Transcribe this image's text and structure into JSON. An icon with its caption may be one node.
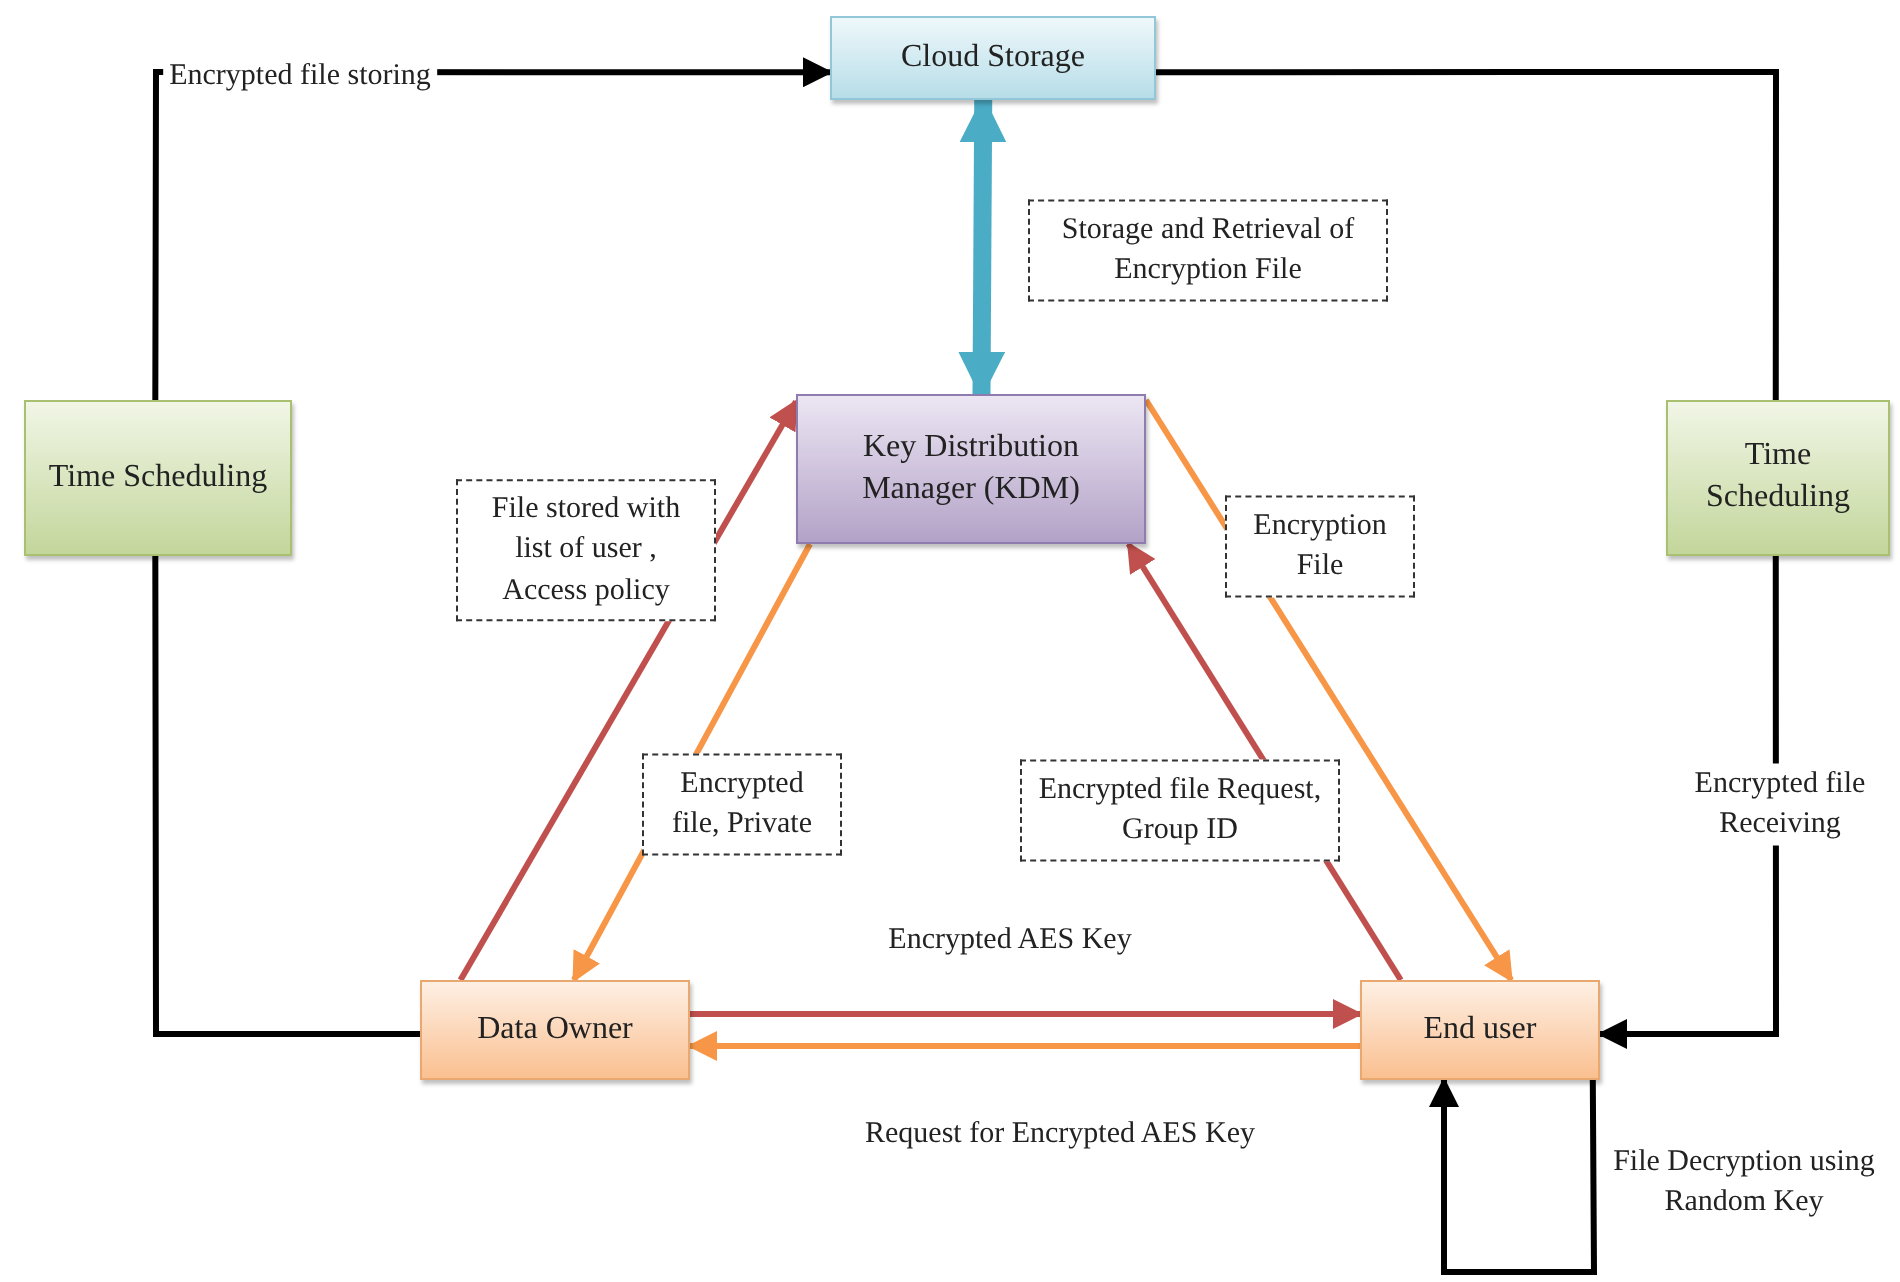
{
  "diagram": {
    "nodes": [
      {
        "text": [
          "Cloud Storage"
        ]
      },
      {
        "text": [
          "Key Distribution Manager (KDM)"
        ]
      },
      {
        "text": [
          "Time Scheduling"
        ]
      },
      {
        "text": [
          "Time Scheduling"
        ]
      },
      {
        "text": [
          "Data Owner"
        ]
      },
      {
        "text": [
          "End user"
        ]
      }
    ],
    "edges": [
      {
        "from": 4,
        "to": 2,
        "arrow": "none"
      },
      {
        "from": 2,
        "to": 0,
        "arrow": "to",
        "label": "Encrypted file storing"
      },
      {
        "from": 0,
        "to": 1,
        "arrow": "both",
        "label": "Storage and Retrieval of Encryption File",
        "style": "thick",
        "color": "#4bacc6"
      },
      {
        "from": 0,
        "to": 3,
        "arrow": "none"
      },
      {
        "from": 3,
        "to": 5,
        "arrow": "to",
        "label": "Encrypted file Receiving"
      },
      {
        "from": 4,
        "to": 1,
        "arrow": "to",
        "label": "File stored with list of user , Access policy",
        "color": "#c0504d"
      },
      {
        "from": 1,
        "to": 4,
        "arrow": "to",
        "label": "Encrypted file, Private",
        "color": "#f79646"
      },
      {
        "from": 5,
        "to": 1,
        "arrow": "to",
        "label": "Encrypted file Request, Group ID",
        "color": "#c0504d"
      },
      {
        "from": 1,
        "to": 5,
        "arrow": "to",
        "label": "Encryption File",
        "color": "#f79646"
      },
      {
        "from": 4,
        "to": 5,
        "arrow": "to",
        "label": "Encrypted AES Key",
        "color": "#c0504d"
      },
      {
        "from": 5,
        "to": 4,
        "arrow": "to",
        "label": "Request for Encrypted AES Key",
        "color": "#f79646"
      },
      {
        "from": 5,
        "to": 5,
        "arrow": "to",
        "label": "File Decryption using Random Key"
      }
    ]
  }
}
